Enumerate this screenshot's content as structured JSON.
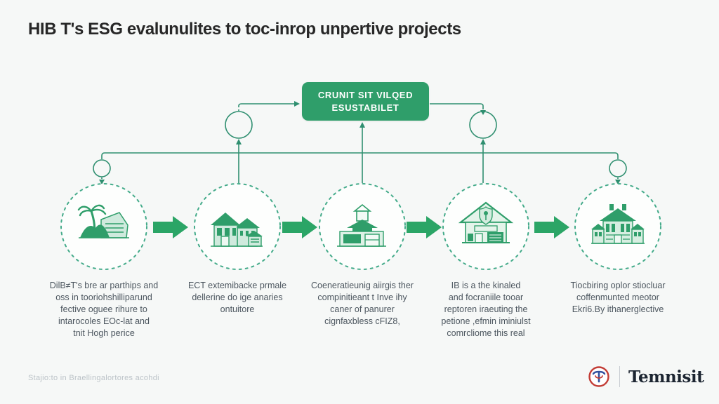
{
  "title": "HIB T's ESG evalunulites to toc-inrop unpertive projects",
  "top_box": {
    "line1": "CRUNIT SIT VILQED",
    "line2": "ESUSTABILET"
  },
  "stages": [
    {
      "icon": "eco-palm-site-icon",
      "caption_lines": [
        "DilB≠T's bre ar parthips and",
        "oss in tooriohshilliparund",
        "fective oguee rihure to",
        "intarocoles EOc-lat and",
        "tnit Hogh perice"
      ]
    },
    {
      "icon": "suburban-houses-icon",
      "caption_lines": [
        "ECT extemibacke prmale",
        "dellerine do ige anaries",
        "ontuitore"
      ]
    },
    {
      "icon": "civic-building-icon",
      "caption_lines": [
        "Coeneratieunig aiirgis ther",
        "compinitieant t Inve ihy",
        "caner of panurer",
        "cignfaxbless cFIZ8,"
      ]
    },
    {
      "icon": "certified-house-icon",
      "caption_lines": [
        "IB is a the kinaled",
        "and focraniile tooar",
        "reptoren iraeuting the",
        "petione ,efmin iminiulst",
        "comrcliome this real"
      ]
    },
    {
      "icon": "mansion-icon",
      "caption_lines": [
        "Tiocbiring oplor stiocluar",
        "coffenmunted meotor",
        "Ekri6.By ithanerglective"
      ]
    }
  ],
  "footer": {
    "left_note": "Stajio:to in Braellingalortores acohdi",
    "brand": "Temnisit"
  },
  "colors": {
    "background": "#f6f8f7",
    "box_green": "#2f9e6a",
    "line_green": "#2f8f70",
    "dashed_ring_green": "#44ab8a",
    "arrow_green": "#2ba566",
    "icon_tint": "#cfeadd",
    "caption_text": "#4c565f",
    "title_text": "#272727",
    "footer_note_text": "#bcc3c8",
    "logo_red": "#c23b34",
    "logo_blue": "#31519e",
    "brand_text": "#1c2531"
  }
}
